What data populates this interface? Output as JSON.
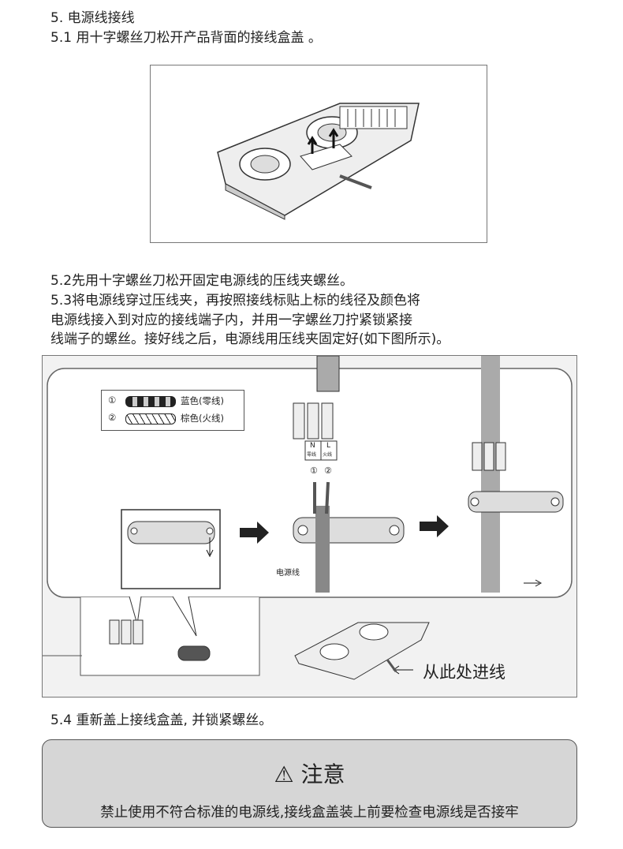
{
  "section_title": "5. 电源线接线",
  "step_5_1": "5.1 用十字螺丝刀松开产品背面的接线盒盖 。",
  "step_5_2": "5.2先用十字螺丝刀松开固定电源线的压线夹螺丝。",
  "step_5_3": [
    "5.3将电源线穿过压线夹，再按照接线标贴上标的线径及颜色将",
    "电源线接入到对应的接线端子内，并用一字螺丝刀拧紧锁紧接",
    "线端子的螺丝。接好线之后，电源线用压线夹固定好(如下图所示)。"
  ],
  "diagram": {
    "legend": [
      {
        "num": "①",
        "label": "蓝色(零线)"
      },
      {
        "num": "②",
        "label": "棕色(火线)"
      }
    ],
    "terminal_n": "N",
    "terminal_n_sub": "零线",
    "terminal_l": "L",
    "terminal_l_sub": "火线",
    "wire_1": "①",
    "wire_2": "②",
    "cable_label": "电源线",
    "entry_label": "从此处进线"
  },
  "step_5_4": "5.4 重新盖上接线盒盖, 并锁紧螺丝。",
  "note": {
    "icon": "warning-triangle-icon",
    "title": "注意",
    "body": "禁止使用不符合标准的电源线,接线盒盖装上前要检查电源线是否接牢"
  }
}
